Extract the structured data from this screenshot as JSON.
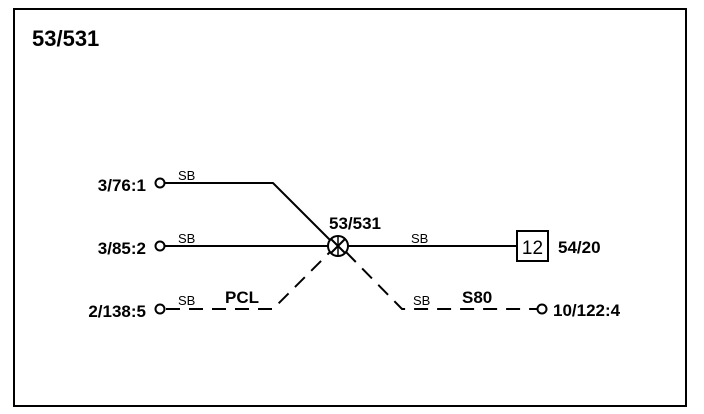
{
  "diagram": {
    "title": "53/531",
    "splice": {
      "label": "53/531"
    },
    "connectors": {
      "c1": "3/76:1",
      "c2": "3/85:2",
      "c3": "2/138:5",
      "c4": "10/122:4",
      "c5": "54/20"
    },
    "box_number": "12",
    "wire_labels": {
      "w1": "SB",
      "w2": "SB",
      "w3": "SB",
      "w4": "SB",
      "w5": "SB"
    },
    "shield_labels": {
      "s1": "PCL",
      "s2": "S80"
    }
  }
}
